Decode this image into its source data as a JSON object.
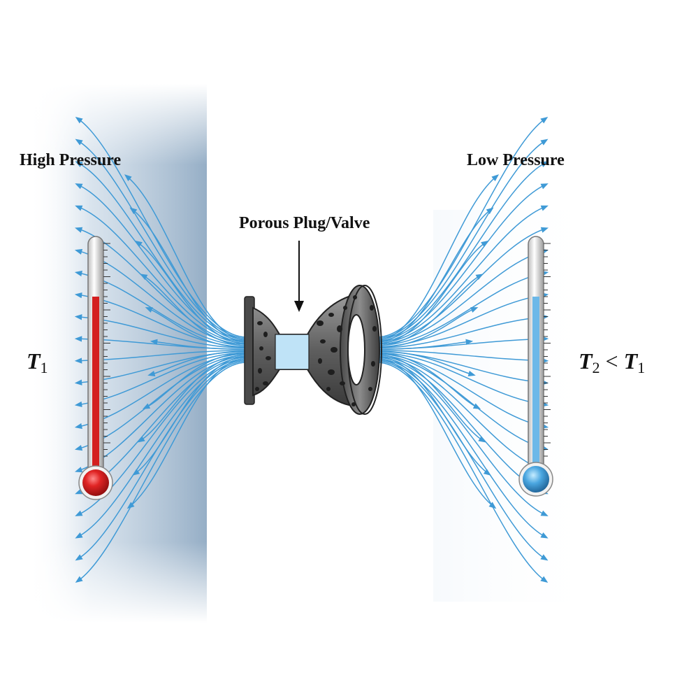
{
  "labels": {
    "high_pressure": "High Pressure",
    "low_pressure": "Low Pressure",
    "plug": "Porous Plug/Valve",
    "t1_symbol": "T",
    "t1_sub": "1",
    "t2_symbol": "T",
    "t2_sub": "2",
    "t2_relation": "<",
    "t2_rhs_symbol": "T",
    "t2_rhs_sub": "1"
  },
  "colors": {
    "flow_line": "#3f9ad6",
    "hot_liquid": "#d42020",
    "cold_liquid": "#4aa6e0",
    "high_region_shade": "#9bb6cf",
    "plug_metal": "#6c6c6c"
  },
  "icons": {
    "left_thermometer": "thermometer-hot-icon",
    "right_thermometer": "thermometer-cold-icon",
    "plug": "porous-plug-icon",
    "pointer": "down-arrow-icon"
  }
}
